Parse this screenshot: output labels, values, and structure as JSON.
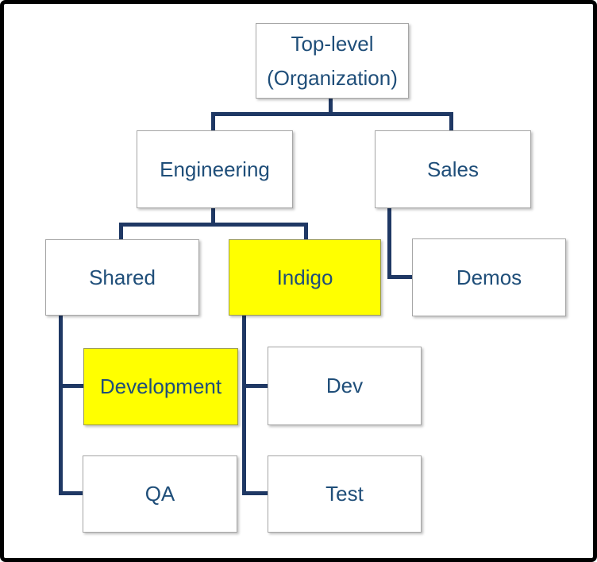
{
  "diagram": {
    "type": "org-chart",
    "nodes": {
      "top": {
        "line1": "Top-level",
        "line2": "(Organization)",
        "highlighted": false
      },
      "engineering": {
        "label": "Engineering",
        "highlighted": false
      },
      "sales": {
        "label": "Sales",
        "highlighted": false
      },
      "shared": {
        "label": "Shared",
        "highlighted": false
      },
      "indigo": {
        "label": "Indigo",
        "highlighted": true
      },
      "demos": {
        "label": "Demos",
        "highlighted": false
      },
      "development": {
        "label": "Development",
        "highlighted": true
      },
      "dev": {
        "label": "Dev",
        "highlighted": false
      },
      "qa": {
        "label": "QA",
        "highlighted": false
      },
      "test": {
        "label": "Test",
        "highlighted": false
      }
    },
    "edges": [
      {
        "from": "Top-level (Organization)",
        "to": "Engineering"
      },
      {
        "from": "Top-level (Organization)",
        "to": "Sales"
      },
      {
        "from": "Engineering",
        "to": "Shared"
      },
      {
        "from": "Engineering",
        "to": "Indigo"
      },
      {
        "from": "Sales",
        "to": "Demos"
      },
      {
        "from": "Shared",
        "to": "Development"
      },
      {
        "from": "Shared",
        "to": "QA"
      },
      {
        "from": "Indigo",
        "to": "Dev"
      },
      {
        "from": "Indigo",
        "to": "Test"
      }
    ],
    "colors": {
      "highlight_fill": "#FFFF00",
      "node_fill": "#FFFFFF",
      "node_border": "#A6A6A6",
      "text": "#1F4E79",
      "connector": "#1F3864",
      "frame_border": "#000000"
    }
  }
}
